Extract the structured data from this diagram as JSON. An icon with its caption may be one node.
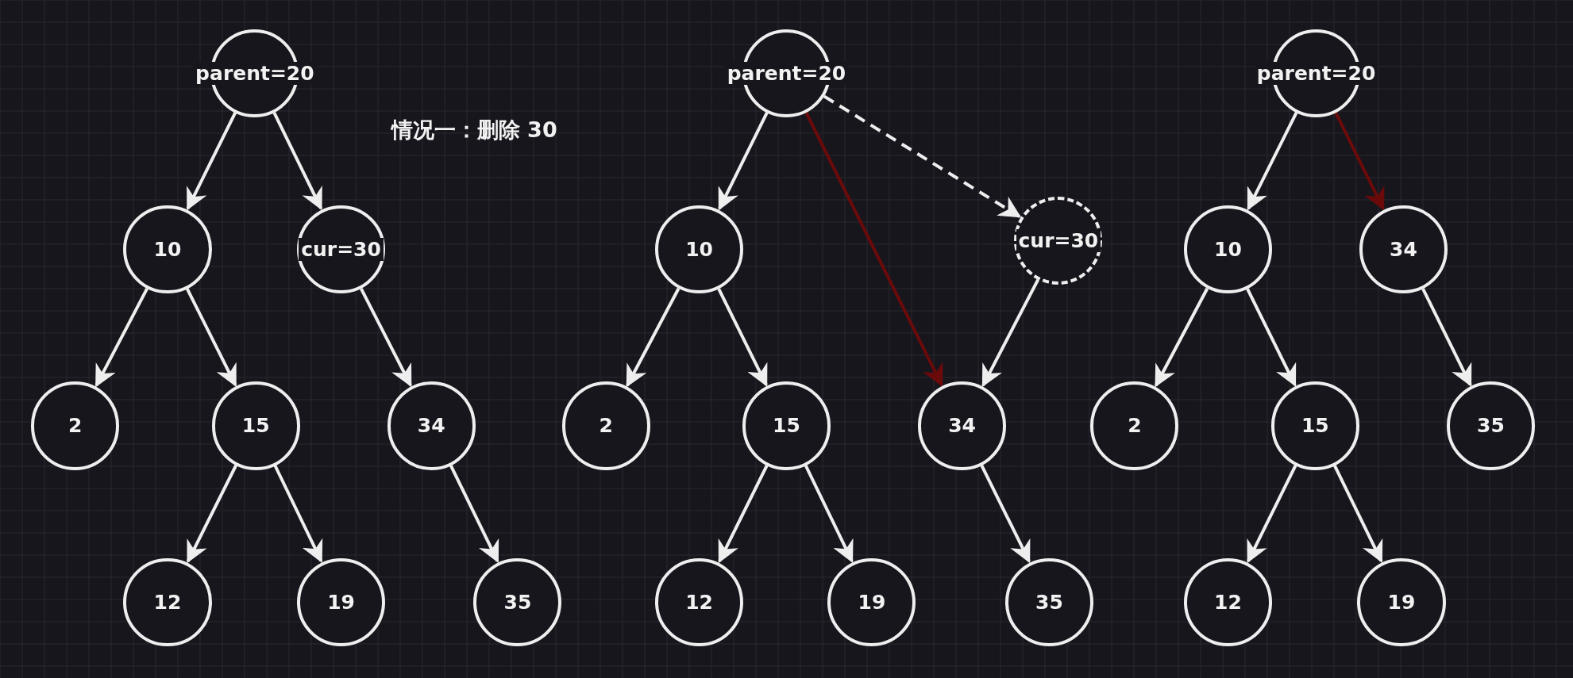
{
  "diagram": {
    "nodes": [
      {
        "text": [
          "parent=20"
        ]
      },
      {
        "text": [
          "10"
        ]
      },
      {
        "text": [
          "cur=30"
        ]
      },
      {
        "text": [
          "2"
        ]
      },
      {
        "text": [
          "15"
        ]
      },
      {
        "text": [
          "34"
        ]
      },
      {
        "text": [
          "12"
        ]
      },
      {
        "text": [
          "19"
        ]
      },
      {
        "text": [
          "35"
        ]
      },
      {
        "text": [
          "parent=20"
        ]
      },
      {
        "text": [
          "10"
        ]
      },
      {
        "text": [
          "cur=30"
        ]
      },
      {
        "text": [
          "2"
        ]
      },
      {
        "text": [
          "15"
        ]
      },
      {
        "text": [
          "34"
        ]
      },
      {
        "text": [
          "12"
        ]
      },
      {
        "text": [
          "19"
        ]
      },
      {
        "text": [
          "35"
        ]
      },
      {
        "text": [
          "parent=20"
        ]
      },
      {
        "text": [
          "10"
        ]
      },
      {
        "text": [
          "34"
        ]
      },
      {
        "text": [
          "2"
        ]
      },
      {
        "text": [
          "15"
        ]
      },
      {
        "text": [
          "35"
        ]
      },
      {
        "text": [
          "12"
        ]
      },
      {
        "text": [
          "19"
        ]
      }
    ],
    "edges": [
      {
        "from": 0,
        "to": 1,
        "arrow": "to"
      },
      {
        "from": 0,
        "to": 2,
        "arrow": "to"
      },
      {
        "from": 1,
        "to": 3,
        "arrow": "to"
      },
      {
        "from": 1,
        "to": 4,
        "arrow": "to"
      },
      {
        "from": 2,
        "to": 5,
        "arrow": "to"
      },
      {
        "from": 4,
        "to": 6,
        "arrow": "to"
      },
      {
        "from": 4,
        "to": 7,
        "arrow": "to"
      },
      {
        "from": 5,
        "to": 8,
        "arrow": "to"
      },
      {
        "from": 9,
        "to": 10,
        "arrow": "to"
      },
      {
        "from": 9,
        "to": 11,
        "arrow": "to",
        "style": "dashed"
      },
      {
        "from": 9,
        "to": 14,
        "arrow": "to",
        "color": "#6b0a0a"
      },
      {
        "from": 11,
        "to": 14,
        "arrow": "to"
      },
      {
        "from": 10,
        "to": 12,
        "arrow": "to"
      },
      {
        "from": 10,
        "to": 13,
        "arrow": "to"
      },
      {
        "from": 13,
        "to": 15,
        "arrow": "to"
      },
      {
        "from": 13,
        "to": 16,
        "arrow": "to"
      },
      {
        "from": 14,
        "to": 17,
        "arrow": "to"
      },
      {
        "from": 18,
        "to": 19,
        "arrow": "to"
      },
      {
        "from": 18,
        "to": 20,
        "arrow": "to",
        "color": "#6b0a0a"
      },
      {
        "from": 19,
        "to": 21,
        "arrow": "to"
      },
      {
        "from": 19,
        "to": 22,
        "arrow": "to"
      },
      {
        "from": 20,
        "to": 23,
        "arrow": "to"
      },
      {
        "from": 22,
        "to": 24,
        "arrow": "to"
      },
      {
        "from": 22,
        "to": 25,
        "arrow": "to"
      }
    ],
    "labels": [
      "情况一：删除 30"
    ]
  }
}
